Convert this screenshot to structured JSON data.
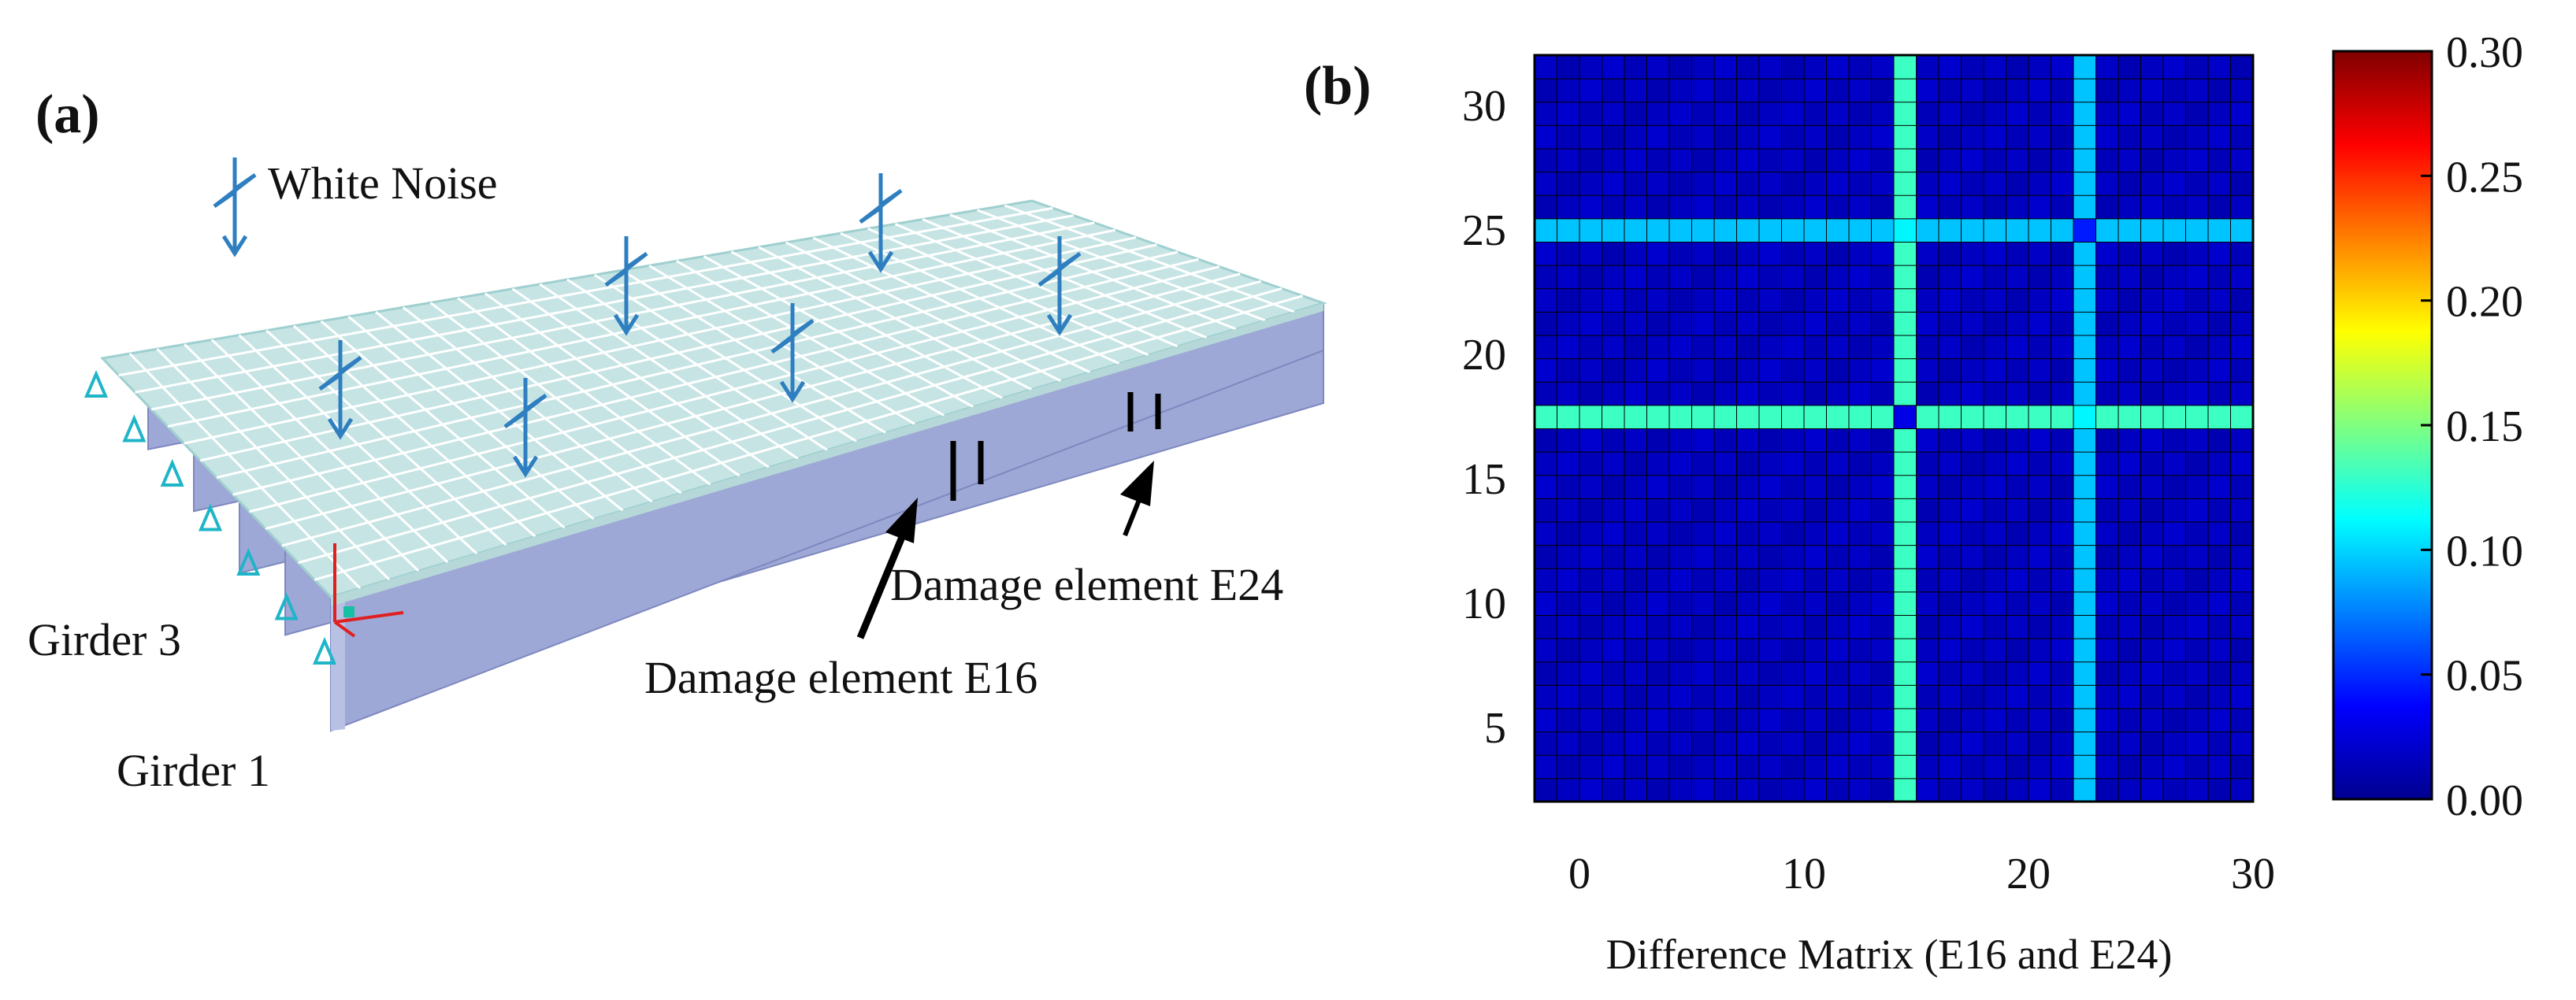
{
  "panel_a": {
    "label": "(a)",
    "white_noise": "White Noise",
    "girder_3": "Girder 3",
    "girder_1": "Girder 1",
    "damage_e24": "Damage element E24",
    "damage_e16": "Damage element E16",
    "colors": {
      "deck_fill": "#c6e4e4",
      "deck_grid": "#ffffff",
      "girder": "#9ea8d6",
      "load_arrow": "#2f7fc0",
      "support": "#1fb5c8",
      "damage_mark": "#000000"
    },
    "icons": [
      "white-noise-load-icon",
      "support-icon",
      "coordinate-axes-icon",
      "damage-arrow-icon"
    ]
  },
  "panel_b": {
    "label": "(b)",
    "xlabel": "Difference Matrix (E16 and E24)",
    "x_ticks": [
      "0",
      "10",
      "20",
      "30"
    ],
    "y_ticks": [
      "5",
      "10",
      "15",
      "20",
      "25",
      "30"
    ],
    "colorbar_ticks": [
      "0.00",
      "0.05",
      "0.10",
      "0.15",
      "0.20",
      "0.25",
      "0.30"
    ]
  },
  "chart_data": {
    "type": "heatmap",
    "colormap": "jet",
    "xlabel": "Difference Matrix (E16 and E24)",
    "ylabel": "",
    "x_range": [
      -2,
      30
    ],
    "y_range": [
      2,
      32
    ],
    "cells_per_side": 32,
    "zlim": [
      0,
      0.3
    ],
    "background_value": 0.015,
    "highlight_indices": [
      16,
      24
    ],
    "band_values": {
      "16": 0.13,
      "24": 0.095
    },
    "intersection_values": {
      "16-16": 0.03,
      "24-24": 0.045,
      "16-24": 0.11
    },
    "grid": true
  }
}
